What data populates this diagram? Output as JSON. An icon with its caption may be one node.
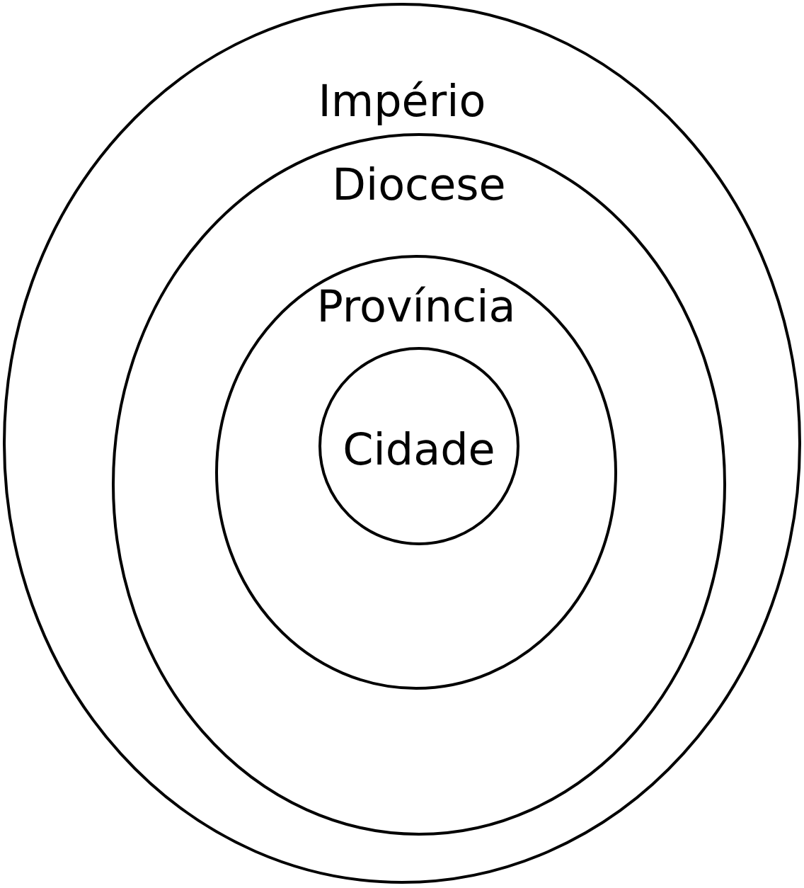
{
  "diagram": {
    "nodes": [
      {
        "text": [
          "Império"
        ]
      },
      {
        "text": [
          "Diocese"
        ],
        "in": 0
      },
      {
        "text": [
          "Província"
        ],
        "in": 1
      },
      {
        "text": [
          "Cidade"
        ],
        "in": 2
      }
    ]
  }
}
